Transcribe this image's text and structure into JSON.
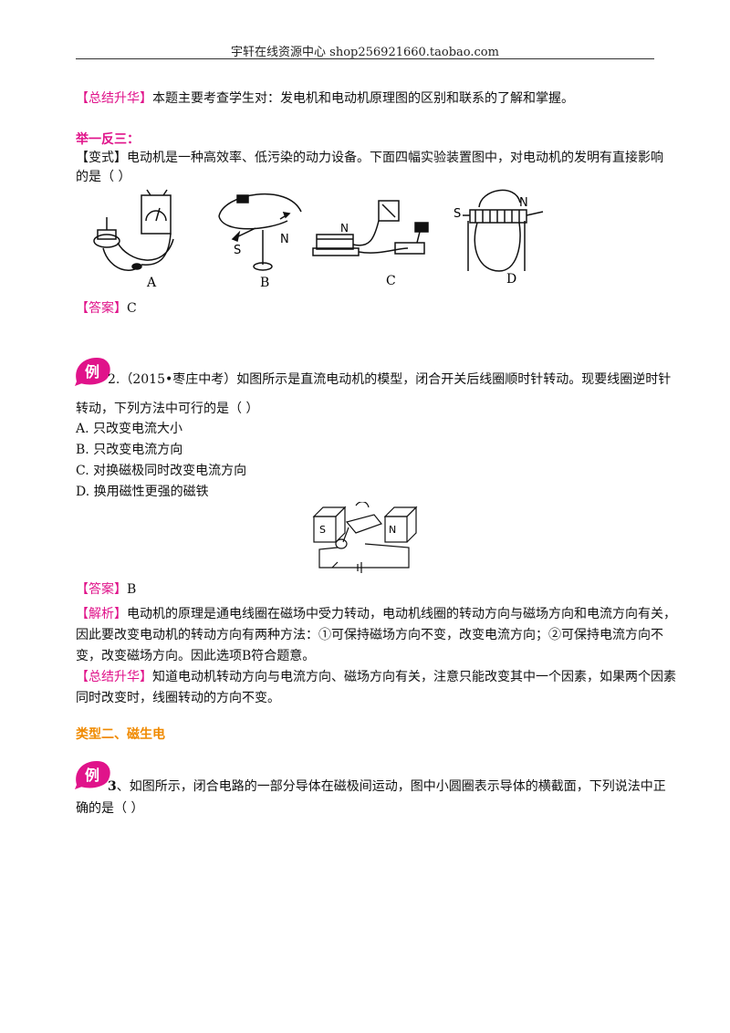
{
  "header": {
    "title": "宇轩在线资源中心   shop256921660.taobao.com"
  },
  "summary1": {
    "tag": "【总结升华】",
    "text": "本题主要考查学生对：发电机和电动机原理图的区别和联系的了解和掌握。"
  },
  "practice": {
    "heading": "举一反三：",
    "tag": "【变式】",
    "text1": "电动机是一种高效率、低污染的动力设备。下面四幅实验装置图中，对电动机的发明有直接影响",
    "text2": "的是（      ）",
    "figure_labels": [
      "A",
      "B",
      "C",
      "D"
    ],
    "magnet_labels": {
      "b_s": "S",
      "b_n": "N",
      "c_n": "N",
      "d_s": "S",
      "d_n": "N"
    },
    "answer_tag": "【答案】",
    "answer": "C"
  },
  "example2": {
    "badge": "例",
    "text1": "2.（2015•枣庄中考）如图所示是直流电动机的模型，闭合开关后线圈顺时针转动。现要线圈逆时针",
    "text2": "转动，下列方法中可行的是（        ）",
    "options": [
      "A. 只改变电流大小",
      "B. 只改变电流方向",
      "C. 对换磁极同时改变电流方向",
      "D. 换用磁性更强的磁铁"
    ],
    "figure_labels": {
      "s": "S",
      "n": "N"
    },
    "answer_tag": "【答案】",
    "answer": "B",
    "analysis_tag": "【解析】",
    "analysis1": "电动机的原理是通电线圈在磁场中受力转动，电动机线圈的转动方向与磁场方向和电流方向有关，",
    "analysis2": "因此要改变电动机的转动方向有两种方法：①可保持磁场方向不变，改变电流方向；②可保持电流方向不",
    "analysis3": "变，改变磁场方向。因此选项B符合题意。",
    "summary_tag": "【总结升华】",
    "summary1": "知道电动机转动方向与电流方向、磁场方向有关，注意只能改变其中一个因素，如果两个因素",
    "summary2": "同时改变时，线圈转动的方向不变。"
  },
  "section2": {
    "title": "类型二、磁生电"
  },
  "example3": {
    "badge": "例",
    "number": "3",
    "text1": "、如图所示，闭合电路的一部分导体在磁极间运动，图中小圆圈表示导体的横截面，下列说法中正",
    "text2": "确的是（      ）"
  },
  "colors": {
    "tag": "#e0138a",
    "section": "#f08a00",
    "badge": "#e0138a"
  }
}
